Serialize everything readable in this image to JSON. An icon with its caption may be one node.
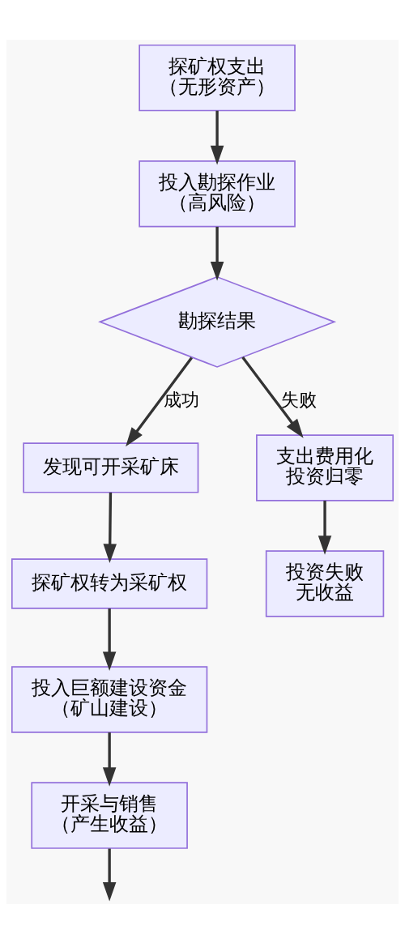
{
  "diagram": {
    "nodes": [
      {
        "text": [
          "探矿权支出",
          "（无形资产）"
        ]
      },
      {
        "text": [
          "投入勘探作业",
          "（高风险）"
        ]
      },
      {
        "text": [
          "勘探结果"
        ]
      },
      {
        "text": [
          "发现可开采矿床"
        ]
      },
      {
        "text": [
          "支出费用化",
          "投资归零"
        ]
      },
      {
        "text": [
          "探矿权转为采矿权"
        ]
      },
      {
        "text": [
          "投资失败",
          "无收益"
        ]
      },
      {
        "text": [
          "投入巨额建设资金",
          "（矿山建设）"
        ]
      },
      {
        "text": [
          "开采与销售",
          "（产生收益）"
        ]
      }
    ],
    "edges": [
      {
        "from": 0,
        "to": 1,
        "arrow": "to"
      },
      {
        "from": 1,
        "to": 2,
        "arrow": "to"
      },
      {
        "from": 2,
        "to": 3,
        "arrow": "to",
        "label": "成功"
      },
      {
        "from": 2,
        "to": 4,
        "arrow": "to",
        "label": "失败"
      },
      {
        "from": 3,
        "to": 5,
        "arrow": "to"
      },
      {
        "from": 4,
        "to": 6,
        "arrow": "to"
      },
      {
        "from": 5,
        "to": 7,
        "arrow": "to"
      },
      {
        "from": 7,
        "to": 8,
        "arrow": "to"
      },
      {
        "from": 8,
        "to": null,
        "arrow": "to"
      }
    ]
  }
}
